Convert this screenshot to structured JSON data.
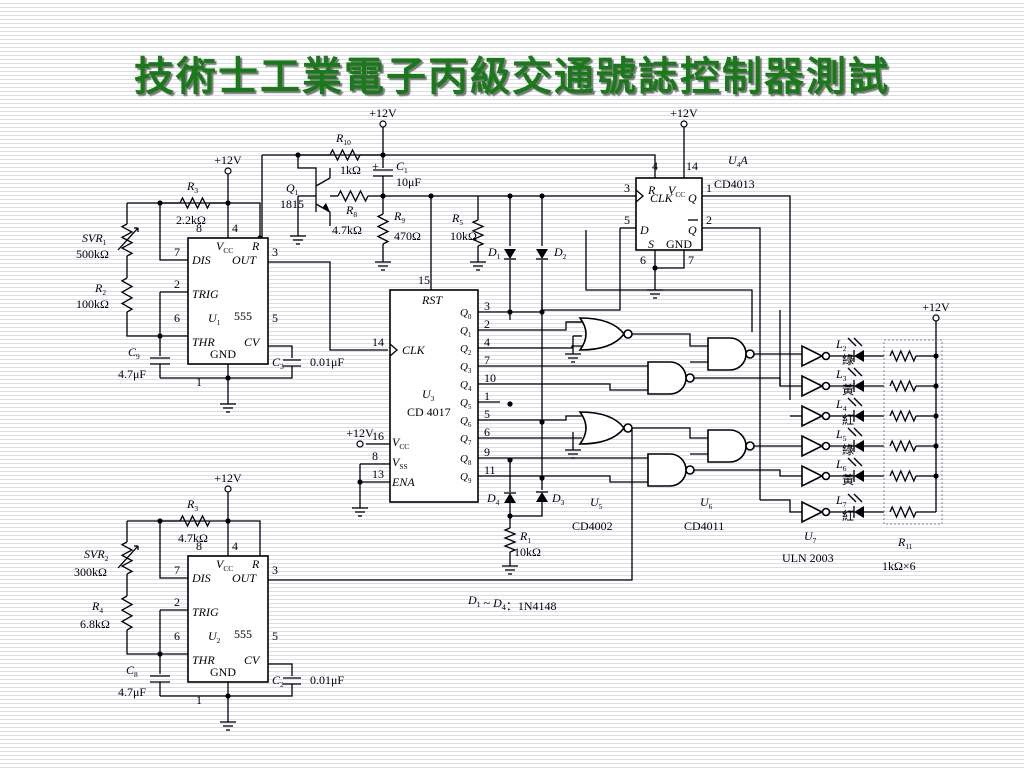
{
  "title": "技術士工業電子丙級交通號誌控制器測試",
  "power": "+12V",
  "components": {
    "u1": {
      "ref": "U",
      "sub": "1",
      "part": "555",
      "pins": {
        "p8": "8",
        "p4": "4",
        "p7": "7",
        "p3": "3",
        "p2": "2",
        "p6": "6",
        "p5": "5",
        "p1": "1"
      },
      "vcc": "V",
      "vcc_sub": "CC",
      "r": "R",
      "dis": "DIS",
      "out": "OUT",
      "trig": "TRIG",
      "thr": "THR",
      "cv": "CV",
      "gnd": "GND"
    },
    "u2": {
      "ref": "U",
      "sub": "2",
      "part": "555",
      "pins": {
        "p8": "8",
        "p4": "4",
        "p7": "7",
        "p3": "3",
        "p2": "2",
        "p6": "6",
        "p5": "5",
        "p1": "1"
      },
      "vcc": "V",
      "vcc_sub": "CC",
      "r": "R",
      "dis": "DIS",
      "out": "OUT",
      "trig": "TRIG",
      "thr": "THR",
      "cv": "CV",
      "gnd": "GND"
    },
    "u3": {
      "ref": "U",
      "sub": "3",
      "part": "CD 4017",
      "rst": "RST",
      "clk": "CLK",
      "vcc": "V",
      "vcc_sub": "CC",
      "vss": "V",
      "vss_sub": "SS",
      "ena": "ENA",
      "q": "Q",
      "left_pins": {
        "p15": "15",
        "p14": "14",
        "p16": "16",
        "p8": "8",
        "p13": "13"
      },
      "outputs": [
        {
          "sub": "0",
          "pin": "3"
        },
        {
          "sub": "1",
          "pin": "2"
        },
        {
          "sub": "2",
          "pin": "4"
        },
        {
          "sub": "3",
          "pin": "7"
        },
        {
          "sub": "4",
          "pin": "10"
        },
        {
          "sub": "5",
          "pin": "1"
        },
        {
          "sub": "6",
          "pin": "5"
        },
        {
          "sub": "7",
          "pin": "6"
        },
        {
          "sub": "8",
          "pin": "9"
        },
        {
          "sub": "9",
          "pin": "11"
        }
      ]
    },
    "u4": {
      "ref": "U",
      "sub": "4",
      "suffix": "A",
      "part": "CD4013",
      "pins": {
        "p4": "4",
        "p14": "14",
        "p3": "3",
        "p1": "1",
        "p5": "5",
        "p2": "2",
        "p6": "6",
        "p7": "7"
      },
      "r": "R",
      "vcc": "V",
      "vcc_sub": "CC",
      "clk": "CLK",
      "q": "Q",
      "d": "D",
      "qbar": "Q",
      "s": "S",
      "gnd": "GND"
    },
    "u5": {
      "ref": "U",
      "sub": "5",
      "part": "CD4002"
    },
    "u6": {
      "ref": "U",
      "sub": "6",
      "part": "CD4011"
    },
    "u7": {
      "ref": "U",
      "sub": "7",
      "part": "ULN 2003"
    },
    "q1": {
      "ref": "Q",
      "sub": "1",
      "part": "1815"
    },
    "r1": {
      "ref": "R",
      "sub": "1",
      "value": "10kΩ"
    },
    "r2": {
      "ref": "R",
      "sub": "2",
      "value": "100kΩ"
    },
    "r3a": {
      "ref": "R",
      "sub": "3",
      "value": "2.2kΩ"
    },
    "r3b": {
      "ref": "R",
      "sub": "3",
      "value": "4.7kΩ"
    },
    "r4": {
      "ref": "R",
      "sub": "4",
      "value": "6.8kΩ"
    },
    "r5": {
      "ref": "R",
      "sub": "5",
      "value": "10kΩ"
    },
    "r8": {
      "ref": "R",
      "sub": "8",
      "value": "4.7kΩ"
    },
    "r9": {
      "ref": "R",
      "sub": "9",
      "value": "470Ω"
    },
    "r10": {
      "ref": "R",
      "sub": "10",
      "value": "1kΩ"
    },
    "r11": {
      "ref": "R",
      "sub": "11",
      "value": "1kΩ×6"
    },
    "svr1": {
      "ref": "SVR",
      "sub": "1",
      "value": "500kΩ"
    },
    "svr2": {
      "ref": "SVR",
      "sub": "2",
      "value": "300kΩ"
    },
    "c1": {
      "ref": "C",
      "sub": "1",
      "value": "10μF",
      "plus": "+"
    },
    "c2": {
      "ref": "C",
      "sub": "2",
      "value": "0.01μF"
    },
    "c3": {
      "ref": "C",
      "sub": "3",
      "value": "0.01μF"
    },
    "c8": {
      "ref": "C",
      "sub": "8",
      "value": "4.7μF"
    },
    "c9": {
      "ref": "C",
      "sub": "9",
      "value": "4.7μF"
    },
    "diodes": [
      {
        "ref": "D",
        "sub": "1"
      },
      {
        "ref": "D",
        "sub": "2"
      },
      {
        "ref": "D",
        "sub": "3"
      },
      {
        "ref": "D",
        "sub": "4"
      }
    ],
    "diode_note": {
      "a": "D",
      "a_sub": "1",
      "tilde": "~",
      "b": "D",
      "b_sub": "4",
      "rest": "：1N4148"
    },
    "leds": [
      {
        "ref": "L",
        "sub": "2",
        "color": "綠"
      },
      {
        "ref": "L",
        "sub": "3",
        "color": "黃"
      },
      {
        "ref": "L",
        "sub": "4",
        "color": "紅"
      },
      {
        "ref": "L",
        "sub": "5",
        "color": "綠"
      },
      {
        "ref": "L",
        "sub": "6",
        "color": "黃"
      },
      {
        "ref": "L",
        "sub": "7",
        "color": "紅"
      }
    ]
  },
  "colors": {
    "title": "#1a7a1a",
    "title_shadow": "#7a7a7a",
    "stripe": "#dcdce6",
    "wire": "#000000"
  }
}
